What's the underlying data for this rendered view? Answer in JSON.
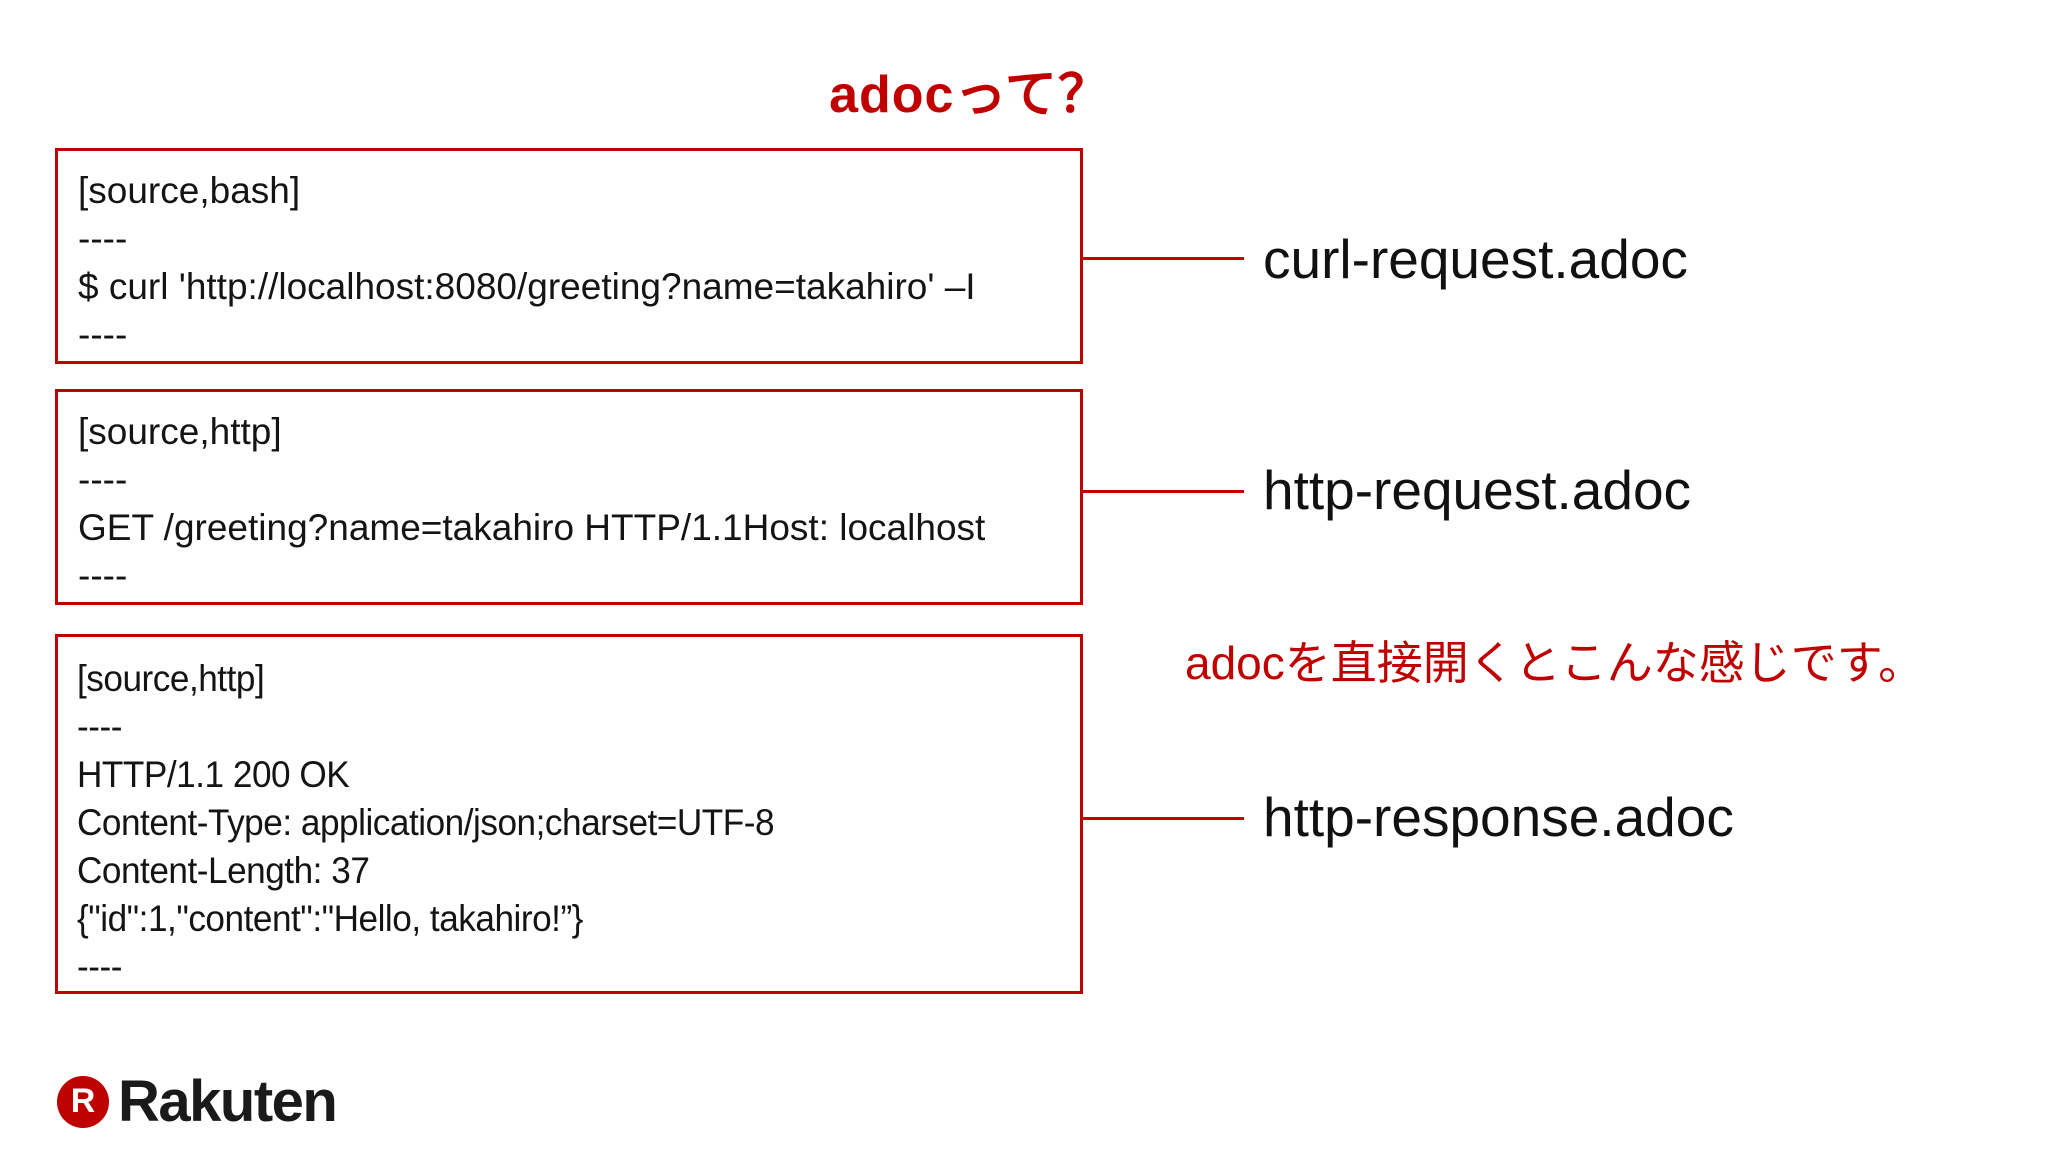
{
  "title": "adocって？",
  "colors": {
    "accent": "#c00000",
    "logo_red": "#bf0000",
    "text": "#1c1c1c",
    "background": "#ffffff"
  },
  "boxes": [
    {
      "label": "curl-request.adoc",
      "lines": [
        "[source,bash]",
        "----",
        "$ curl 'http://localhost:8080/greeting?name=takahiro' –I",
        "----"
      ]
    },
    {
      "label": "http-request.adoc",
      "lines": [
        "[source,http]",
        "----",
        "GET /greeting?name=takahiro HTTP/1.1Host: localhost",
        "----"
      ]
    },
    {
      "label": "http-response.adoc",
      "lines": [
        "[source,http]",
        "----",
        "HTTP/1.1 200 OK",
        "Content-Type: application/json;charset=UTF-8",
        "Content-Length: 37",
        "{\"id\":1,\"content\":\"Hello, takahiro!”}",
        "----"
      ]
    }
  ],
  "annotation": "adocを直接開くとこんな感じです。",
  "logo": {
    "letter": "R",
    "wordmark": "Rakuten"
  }
}
